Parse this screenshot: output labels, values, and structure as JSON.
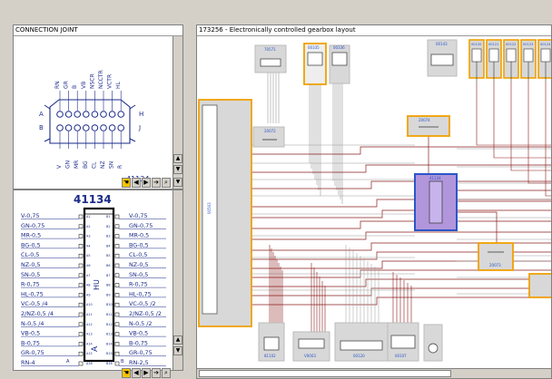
{
  "connector_pane": {
    "title": "CONNECTION JOINT",
    "top_labels": [
      "RN",
      "GR",
      "B",
      "VB",
      "NSCR",
      "NCCTR",
      "VCTR",
      "HL"
    ],
    "bottom_labels": [
      "V",
      "GN",
      "MR",
      "BG",
      "CL",
      "NZ",
      "SN",
      "R"
    ],
    "row_letters": [
      "A",
      "B",
      "H",
      "J"
    ],
    "part_number": "41134"
  },
  "pinout_pane": {
    "header": "41134",
    "left_wires": [
      "V-0,75",
      "GN-0,75",
      "MR-0,5",
      "BG-0,5",
      "CL-0,5",
      "NZ-0,5",
      "SN-0,5",
      "R-0,75",
      "HL-0,75",
      "VC-0,5 /4",
      "2/NZ-0,5 /4",
      "N-0,5 /4",
      "VB-0,5",
      "B-0,75",
      "GR-0,75",
      "RN-4"
    ],
    "right_wires": [
      "V-0,75",
      "GN-0,75",
      "MR-0,5",
      "BG-0,5",
      "CL-0,5",
      "NZ-0,5",
      "SN-0,5",
      "R-0,75",
      "HL-0,75",
      "VC-0,5 /2",
      "2/NZ-0,5 /2",
      "N-0,5 /2",
      "VB-0,5",
      "B-0,75",
      "GR-0,75",
      "RN-2,5"
    ],
    "left_pins": [
      "A1",
      "A2",
      "A3",
      "A4",
      "A5",
      "A6",
      "A7",
      "A8",
      "A9",
      "A10",
      "A11",
      "A12",
      "A13",
      "A14",
      "A15",
      "A16"
    ],
    "right_pins": [
      "B1",
      "B2",
      "B3",
      "B4",
      "B5",
      "B6",
      "B7",
      "B8",
      "B9",
      "B10",
      "B11",
      "B12",
      "B13",
      "B14",
      "B15",
      "B16"
    ],
    "block_label_top": "HU",
    "block_label_bottom": "A",
    "corner_a": "A",
    "corner_b": "B"
  },
  "diagram_pane": {
    "title": "173256 - Electronically controlled gearbox layout",
    "component_labels": {
      "top_c1": "70571",
      "top_c2": "00335",
      "top_c3": "00336",
      "top_c4": "00143",
      "top_r1": "00120",
      "top_r2": "00121",
      "top_r3": "00122",
      "top_r4": "00123",
      "top_r5": "00124",
      "top_r6": "00125",
      "ecu": "00503",
      "relay": "20074",
      "mid_small": "20072",
      "module": "41134",
      "right_comp": "20073",
      "bot1": "81102",
      "bot2": "V0003",
      "bot3": "00120",
      "bot4": "00107"
    }
  },
  "colors": {
    "accent_orange": "#f0a000",
    "module_fill": "#b296dc",
    "module_border": "#2a56c8",
    "wire_red": "#8a1c1c",
    "wire_grey": "#9a9a9a",
    "toolbar_selected": "#f5c400",
    "pane_bg": "#d4d0c8"
  },
  "toolbar_icons": [
    "hand-icon",
    "arrow-left-icon",
    "arrow-right-icon",
    "arrow-forward-icon",
    "zoom-icon"
  ],
  "scroll_icons": [
    "arrow-up-icon",
    "arrow-down-icon"
  ]
}
